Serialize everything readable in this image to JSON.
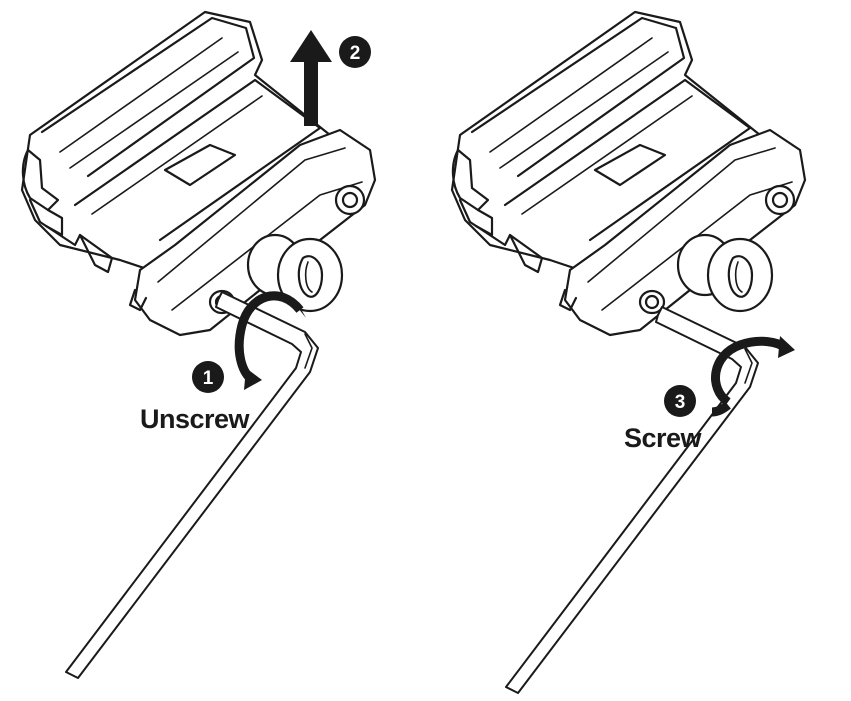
{
  "steps": [
    {
      "number": "1",
      "label": "Unscrew",
      "icon": "counterclockwise-arrow-icon"
    },
    {
      "number": "2",
      "label": "",
      "icon": "up-arrow-icon"
    },
    {
      "number": "3",
      "label": "Screw",
      "icon": "clockwise-arrow-icon"
    }
  ],
  "colors": {
    "line": "#1a1a1a",
    "background": "#ffffff"
  }
}
